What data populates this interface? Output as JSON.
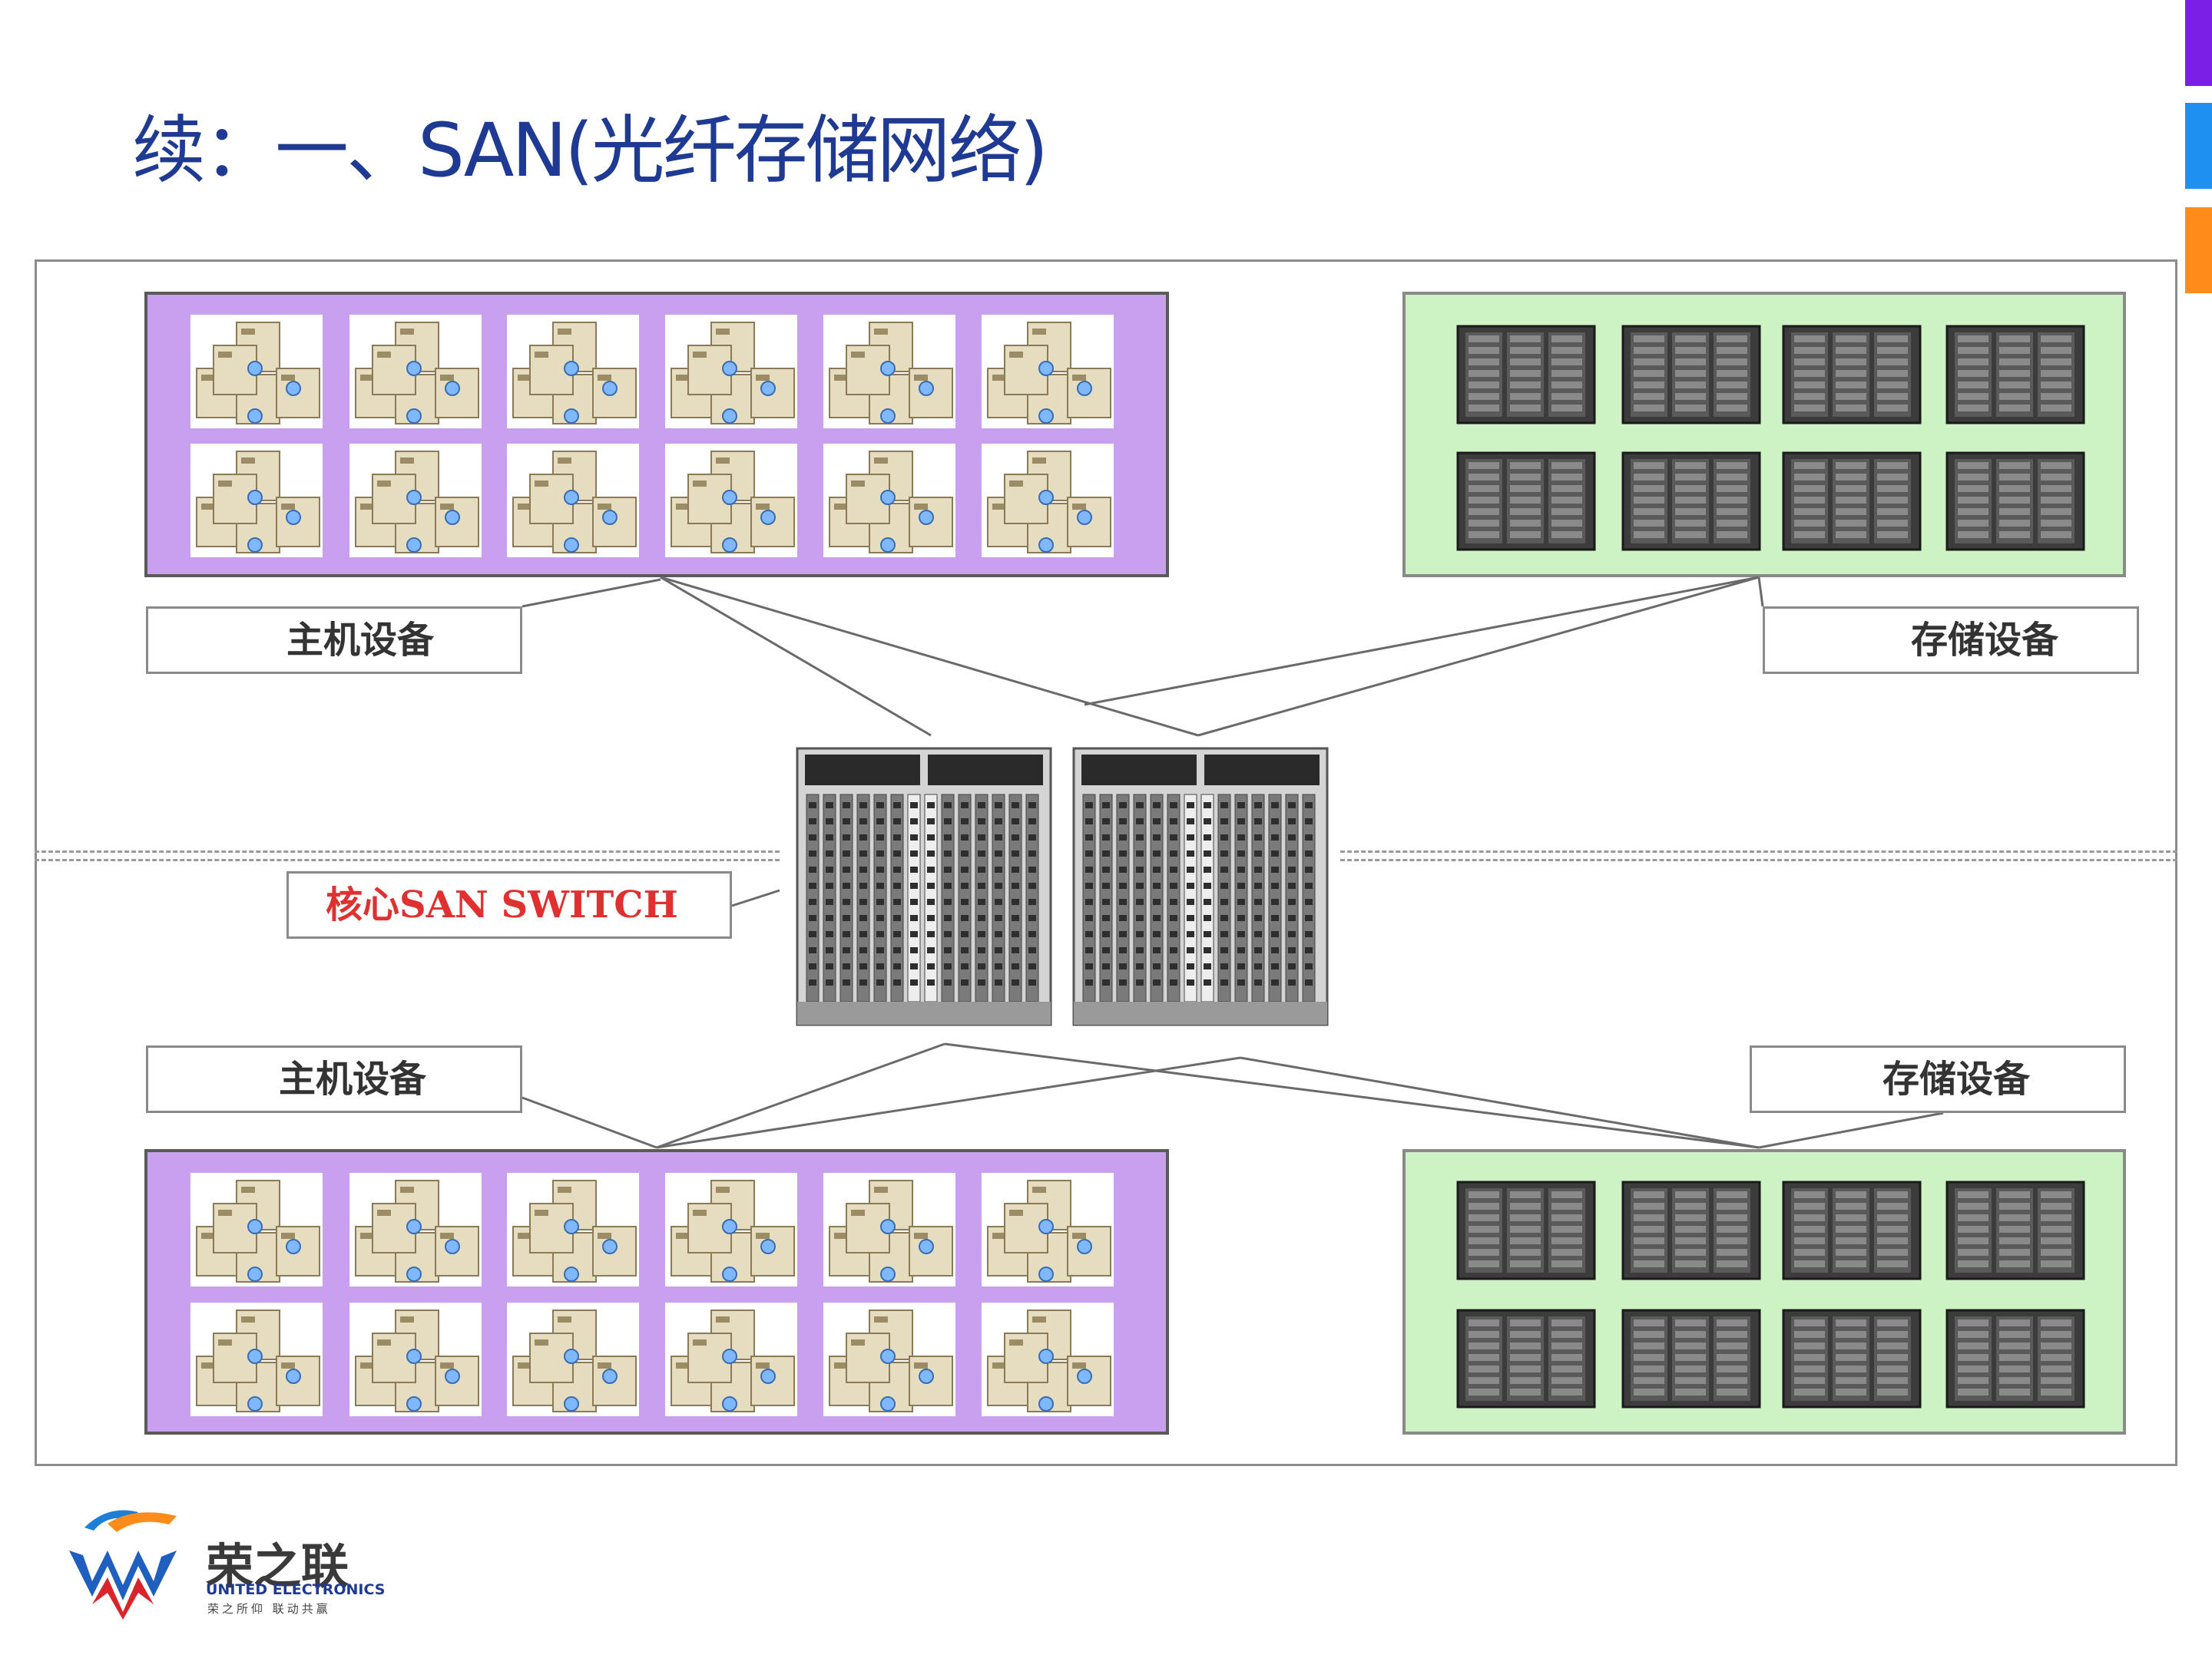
{
  "slide": {
    "title": "续：一、SAN(光纤存储网络)",
    "accent_colors": [
      "#7b1fe6",
      "#1e90f0",
      "#ff8c1a"
    ]
  },
  "diagram": {
    "host_label_top": "主机设备",
    "storage_label_top": "存储设备",
    "switch_label": "核心SAN SWITCH",
    "host_label_bottom": "主机设备",
    "storage_label_bottom": "存储设备",
    "host_group_color": "#c9a0f0",
    "storage_group_color": "#cdf3c4"
  },
  "logo": {
    "name": "荣之联",
    "english": "UNITED ELECTRONICS",
    "slogan": "荣之所仰 联动共赢"
  }
}
